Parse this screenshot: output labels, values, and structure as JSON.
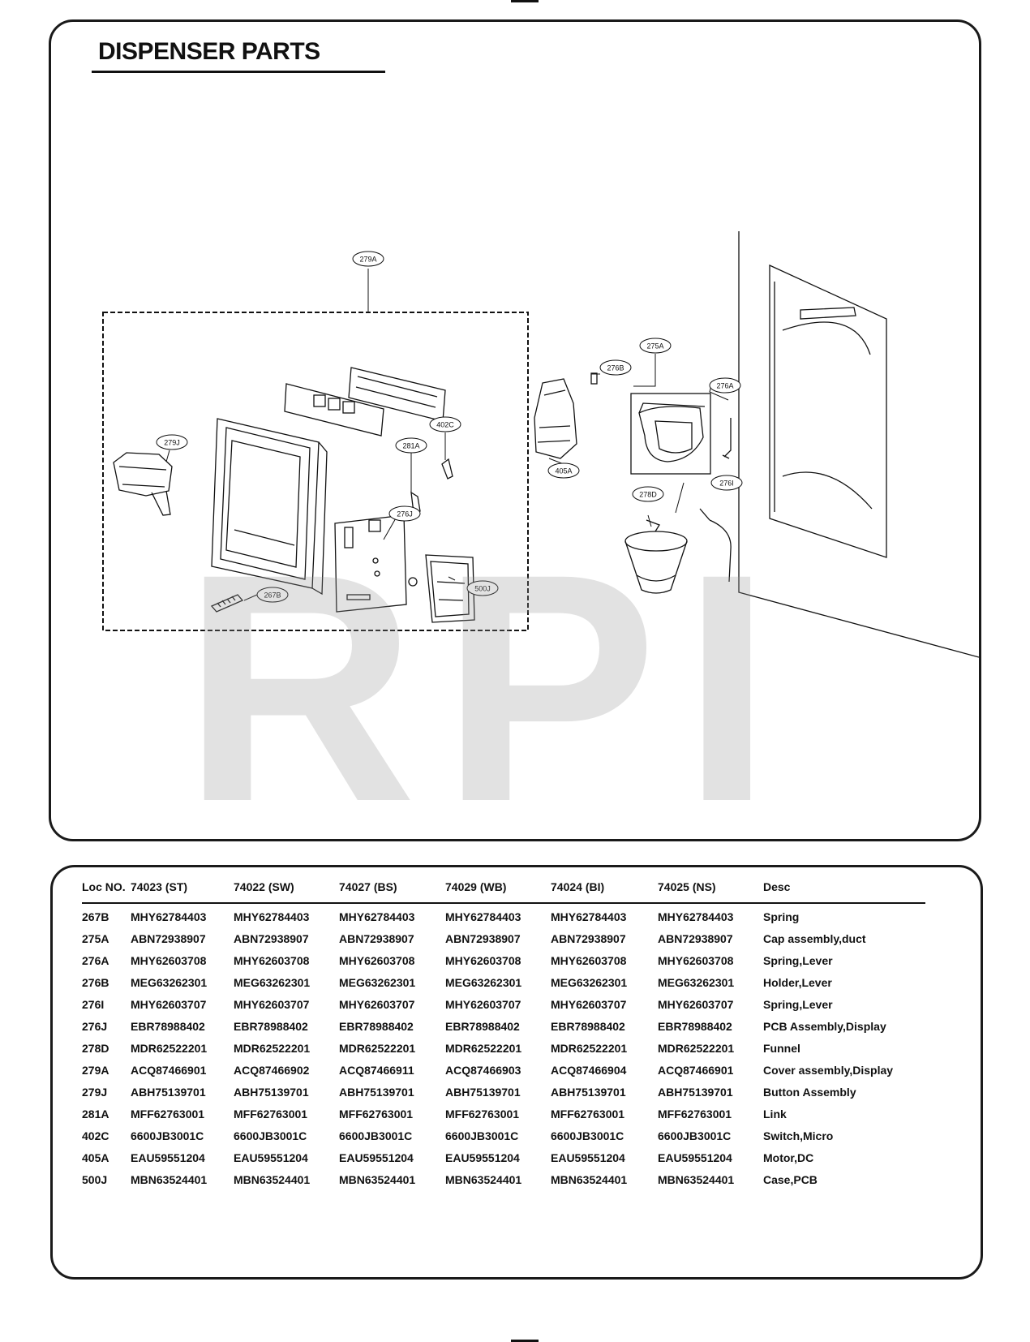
{
  "page": {
    "title": "DISPENSER PARTS",
    "watermark": "RPI"
  },
  "callouts": {
    "c279A": "279A",
    "c279J": "279J",
    "c276B": "276B",
    "c275A": "275A",
    "c276A": "276A",
    "c402C": "402C",
    "c281A": "281A",
    "c276J": "276J",
    "c405A": "405A",
    "c278D": "278D",
    "c276I": "276I",
    "c267B": "267B",
    "c500J": "500J"
  },
  "parts_table": {
    "headers": [
      "Loc NO.",
      "74023 (ST)",
      "74022 (SW)",
      "74027 (BS)",
      "74029 (WB)",
      "74024 (BI)",
      "74025 (NS)",
      "Desc"
    ],
    "rows": [
      [
        "267B",
        "MHY62784403",
        "MHY62784403",
        "MHY62784403",
        "MHY62784403",
        "MHY62784403",
        "MHY62784403",
        "Spring"
      ],
      [
        "275A",
        "ABN72938907",
        "ABN72938907",
        "ABN72938907",
        "ABN72938907",
        "ABN72938907",
        "ABN72938907",
        "Cap assembly,duct"
      ],
      [
        "276A",
        "MHY62603708",
        "MHY62603708",
        "MHY62603708",
        "MHY62603708",
        "MHY62603708",
        "MHY62603708",
        "Spring,Lever"
      ],
      [
        "276B",
        "MEG63262301",
        "MEG63262301",
        "MEG63262301",
        "MEG63262301",
        "MEG63262301",
        "MEG63262301",
        "Holder,Lever"
      ],
      [
        "276I",
        "MHY62603707",
        "MHY62603707",
        "MHY62603707",
        "MHY62603707",
        "MHY62603707",
        "MHY62603707",
        "Spring,Lever"
      ],
      [
        "276J",
        "EBR78988402",
        "EBR78988402",
        "EBR78988402",
        "EBR78988402",
        "EBR78988402",
        "EBR78988402",
        "PCB Assembly,Display"
      ],
      [
        "278D",
        "MDR62522201",
        "MDR62522201",
        "MDR62522201",
        "MDR62522201",
        "MDR62522201",
        "MDR62522201",
        "Funnel"
      ],
      [
        "279A",
        "ACQ87466901",
        "ACQ87466902",
        "ACQ87466911",
        "ACQ87466903",
        "ACQ87466904",
        "ACQ87466901",
        "Cover assembly,Display"
      ],
      [
        "279J",
        "ABH75139701",
        "ABH75139701",
        "ABH75139701",
        "ABH75139701",
        "ABH75139701",
        "ABH75139701",
        "Button Assembly"
      ],
      [
        "281A",
        "MFF62763001",
        "MFF62763001",
        "MFF62763001",
        "MFF62763001",
        "MFF62763001",
        "MFF62763001",
        "Link"
      ],
      [
        "402C",
        "6600JB3001C",
        "6600JB3001C",
        "6600JB3001C",
        "6600JB3001C",
        "6600JB3001C",
        "6600JB3001C",
        "Switch,Micro"
      ],
      [
        "405A",
        "EAU59551204",
        "EAU59551204",
        "EAU59551204",
        "EAU59551204",
        "EAU59551204",
        "EAU59551204",
        "Motor,DC"
      ],
      [
        "500J",
        "MBN63524401",
        "MBN63524401",
        "MBN63524401",
        "MBN63524401",
        "MBN63524401",
        "MBN63524401",
        "Case,PCB"
      ]
    ]
  }
}
